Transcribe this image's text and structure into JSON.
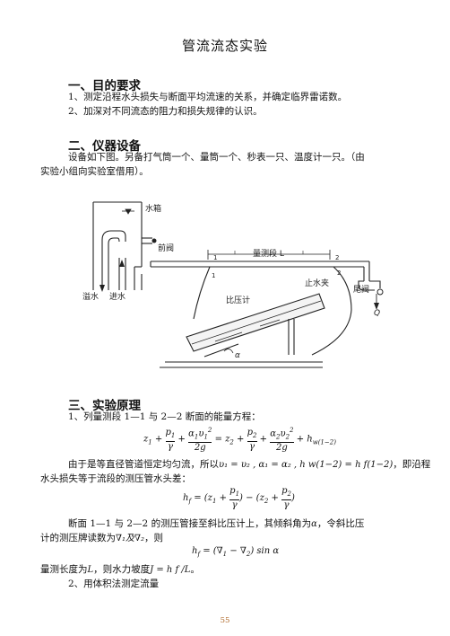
{
  "title": "管流流态实验",
  "s1": {
    "heading": "一、目的要求",
    "items": [
      "1、测定沿程水头损失与断面平均流速的关系，并确定临界雷诺数。",
      "2、加深对不同流态的阻力和损失规律的认识。"
    ]
  },
  "s2": {
    "heading": "二、仪器设备",
    "line1": "设备如下图。另备打气筒一个、量筒一个、秒表一只、温度计一只。（由",
    "line2": "实验小组向实验室借用）。"
  },
  "diagram": {
    "water_tank": "水箱",
    "front_valve": "前阀",
    "measure_section": "量测段 L",
    "pt1": "1",
    "pt2": "2",
    "overflow": "溢水",
    "inflow": "进水",
    "clamp": "止水夹",
    "tail_valve": "尾阀",
    "manometer": "比压计",
    "alpha": "α",
    "Q": "Q"
  },
  "s3": {
    "heading": "三、实验原理",
    "l1": "1、列量测段 1—1 与 2—2 断面的能量方程：",
    "l2": "由于是等直径管道恒定均匀流，所以",
    "l2_math": "υ₁ = υ₂ , α₁ = α₂ , h w(1−2) = h f(1−2)",
    "l2_end": "，即沿程",
    "l3": "水头损失等于流段的测压管水头差：",
    "l4": "断面 1—1 与 2—2 的测压管接至斜比压计上，其倾斜角为",
    "l4_alpha": "α",
    "l4_end": "，令斜比压",
    "l5": "计的测压牌读数为",
    "l5_math": "∇₁及∇₂",
    "l5_end": "，则",
    "l6": "量测长度为",
    "l6_L": "L",
    "l6_mid": "，则水力坡度",
    "l6_math": "J = h f /L",
    "l6_end": "。",
    "l7": "2、用体积法测定流量"
  },
  "page_number": "55"
}
